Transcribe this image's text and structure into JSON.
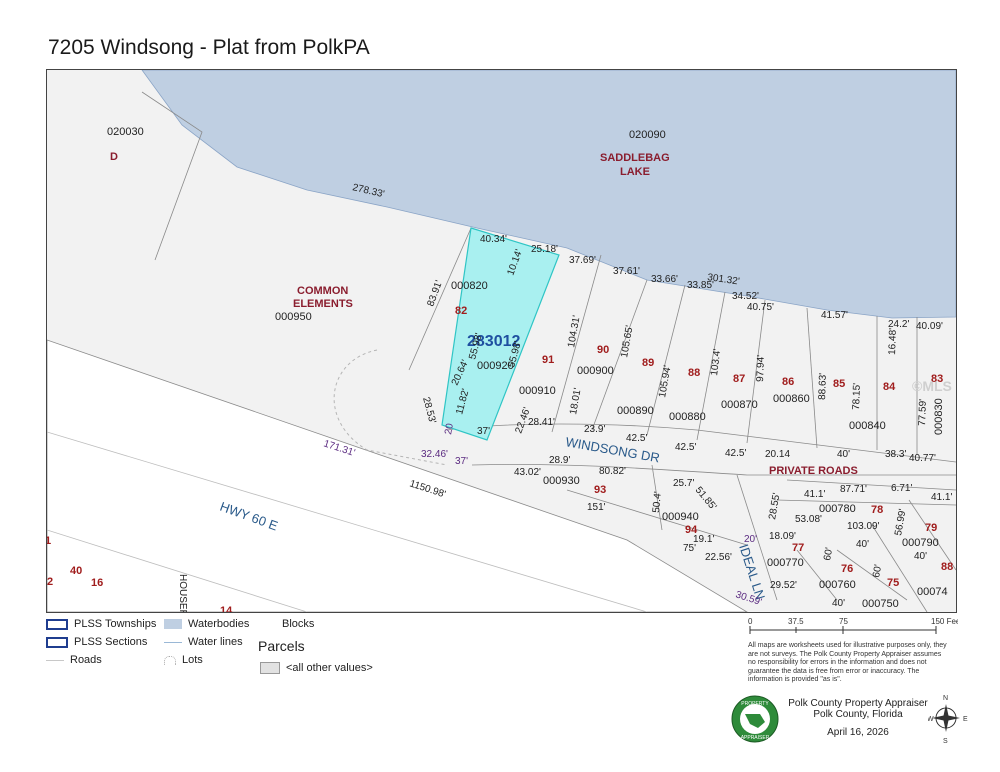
{
  "title": "7205 Windsong - Plat from PolkPA",
  "map": {
    "colors": {
      "water": "#bfcfe2",
      "land": "#f2f2f2",
      "highlight": "#a9f0f0",
      "highlight_stroke": "#2fc5c5"
    },
    "waterbody": {
      "parcel_id": "020090",
      "name_line1": "SADDLEBAG",
      "name_line2": "LAKE"
    },
    "block_d": {
      "parcel_id": "020030",
      "block": "D"
    },
    "common": {
      "line1": "COMMON",
      "line2": "ELEMENTS",
      "parcel_id": "000950"
    },
    "subject": {
      "code": "283012",
      "parcel_id": "000920"
    },
    "roads": {
      "windsong": "WINDSONG DR",
      "private": "PRIVATE ROADS",
      "hwy": "HWY 60 E",
      "ideal": "IDEAL LN",
      "houser": "HOUSER RD"
    },
    "watermark": "©MLS",
    "parcel_ids": {
      "p820": "000820",
      "p910": "000910",
      "p900": "000900",
      "p890": "000890",
      "p880": "000880",
      "p870": "000870",
      "p860": "000860",
      "p840": "000840",
      "p830": "000830",
      "p930": "000930",
      "p940": "000940",
      "p780": "000780",
      "p790": "000790",
      "p770": "000770",
      "p760": "000760",
      "p750": "000750",
      "p740": "00074"
    },
    "lots": {
      "l82": "82",
      "l91": "91",
      "l90": "90",
      "l89": "89",
      "l88": "88",
      "l87": "87",
      "l86": "86",
      "l85": "85",
      "l84": "84",
      "l83": "83",
      "l93": "93",
      "l94": "94",
      "l78": "78",
      "l79": "79",
      "l77": "77",
      "l76": "76",
      "l75": "75",
      "l40": "40",
      "l16": "16",
      "l1": "1",
      "l2": "2",
      "l14": "14",
      "l88b": "88"
    },
    "dims": {
      "d27833": "278.33'",
      "d4034": "40.34'",
      "d2518": "25.18'",
      "d1014": "10.14'",
      "d3769": "37.69'",
      "d3761": "37.61'",
      "d3366": "33.66'",
      "d3385": "33.85'",
      "d30132": "301.32'",
      "d3452": "34.52'",
      "d4075": "40.75'",
      "d4157": "41.57'",
      "d242": "24.2'",
      "d4009": "40.09'",
      "d8391": "83.91'",
      "d5598a": "55.98'",
      "d5598b": "55.98'",
      "d10431": "104.31'",
      "d10565": "105.65'",
      "d10594": "105.94'",
      "d1034": "103.4'",
      "d9794": "97.94'",
      "d8863": "88.63'",
      "d7815": "78.15'",
      "d1648": "16.48'",
      "d7759": "77.59'",
      "d2064": "20.64'",
      "d2853": "28.53'",
      "d1182": "11.82'",
      "d37a": "37'",
      "d2246": "22.46'",
      "d2841": "28.41'",
      "d1801": "18.01'",
      "d239": "23.9'",
      "d425a": "42.5'",
      "d425b": "42.5'",
      "d425c": "42.5'",
      "d2014": "20.14",
      "d40": "40'",
      "d383": "38.3'",
      "d4077": "40.77'",
      "d20": "20",
      "d17131": "171.31'",
      "d3246": "32.46'",
      "d37b": "37'",
      "d4302": "43.02'",
      "d289": "28.9'",
      "d8082": "80.82'",
      "d257": "25.7'",
      "d5185": "51.85'",
      "d504": "50.4'",
      "d151": "151'",
      "d115098": "1150.98'",
      "d191": "19.1'",
      "d75": "75'",
      "d2256": "22.56'",
      "d20b": "20'",
      "d3059": "30.59'",
      "d411a": "41.1'",
      "d8771": "87.71'",
      "d671": "6.71'",
      "d411b": "41.1'",
      "d2855": "28.55'",
      "d5308": "53.08'",
      "d10309": "103.09'",
      "d5699": "56.99'",
      "d1809": "18.09'",
      "d40b": "40'",
      "d40c": "40'",
      "d60a": "60'",
      "d60b": "60'",
      "d2952": "29.52'",
      "d40d": "40'"
    }
  },
  "legend": {
    "twp": "PLSS Townships",
    "sec": "PLSS Sections",
    "roads": "Roads",
    "water": "Waterbodies",
    "waterlines": "Water lines",
    "lots": "Lots",
    "blocks": "Blocks",
    "parcels": "Parcels",
    "other": "<all other values>"
  },
  "scale": {
    "t0": "0",
    "t1": "37.5",
    "t2": "75",
    "t3": "150 Feet"
  },
  "disclaimer": "All maps are worksheets used for illustrative purposes only, they are not surveys. The Polk County Property Appraiser assumes no responsibility for errors in the information and does not guarantee the data is free from error or inaccuracy. The information is provided \"as is\".",
  "footer": {
    "line1": "Polk County Property Appraiser",
    "line2": "Polk County, Florida",
    "date": "April 16, 2026"
  },
  "logo": {
    "top": "PROPERTY",
    "bottom": "APPRAISER"
  },
  "compass": {
    "n": "N",
    "s": "S",
    "e": "E",
    "w": "W"
  }
}
